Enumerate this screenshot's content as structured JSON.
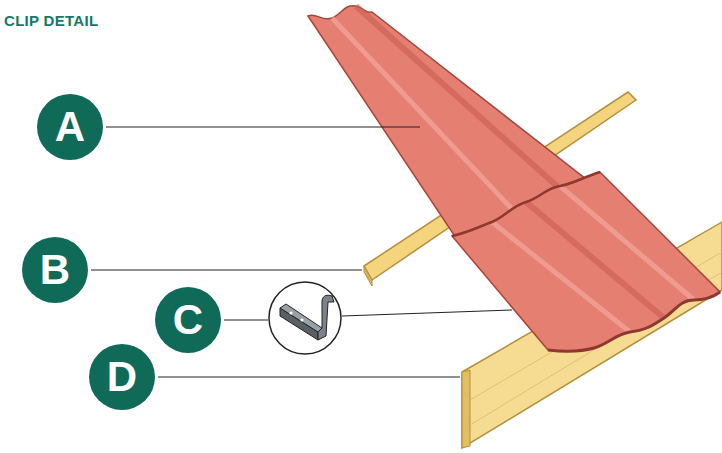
{
  "diagram": {
    "title": "CLIP DETAIL",
    "labels": [
      "A",
      "B",
      "C",
      "D"
    ]
  }
}
